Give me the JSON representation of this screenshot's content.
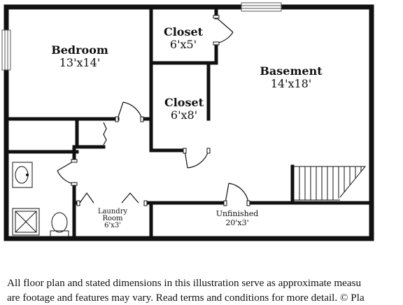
{
  "rooms": {
    "bedroom": {
      "name": "Bedroom",
      "dims": "13'x14'"
    },
    "closet_top": {
      "name": "Closet",
      "dims": "6'x5'"
    },
    "closet_mid": {
      "name": "Closet",
      "dims": "6'x8'"
    },
    "basement": {
      "name": "Basement",
      "dims": "14'x18'"
    },
    "laundry": {
      "name_line1": "Laundry",
      "name_line2": "Room",
      "dims": "6'x3'"
    },
    "unfinished": {
      "name": "Unfinished",
      "dims": "20'x3'"
    }
  },
  "disclaimer": {
    "line1": "All floor plan and stated dimensions in this illustration serve as approximate measu",
    "line2": "are footage and features may vary. Read terms and conditions for more detail. © Pla"
  }
}
